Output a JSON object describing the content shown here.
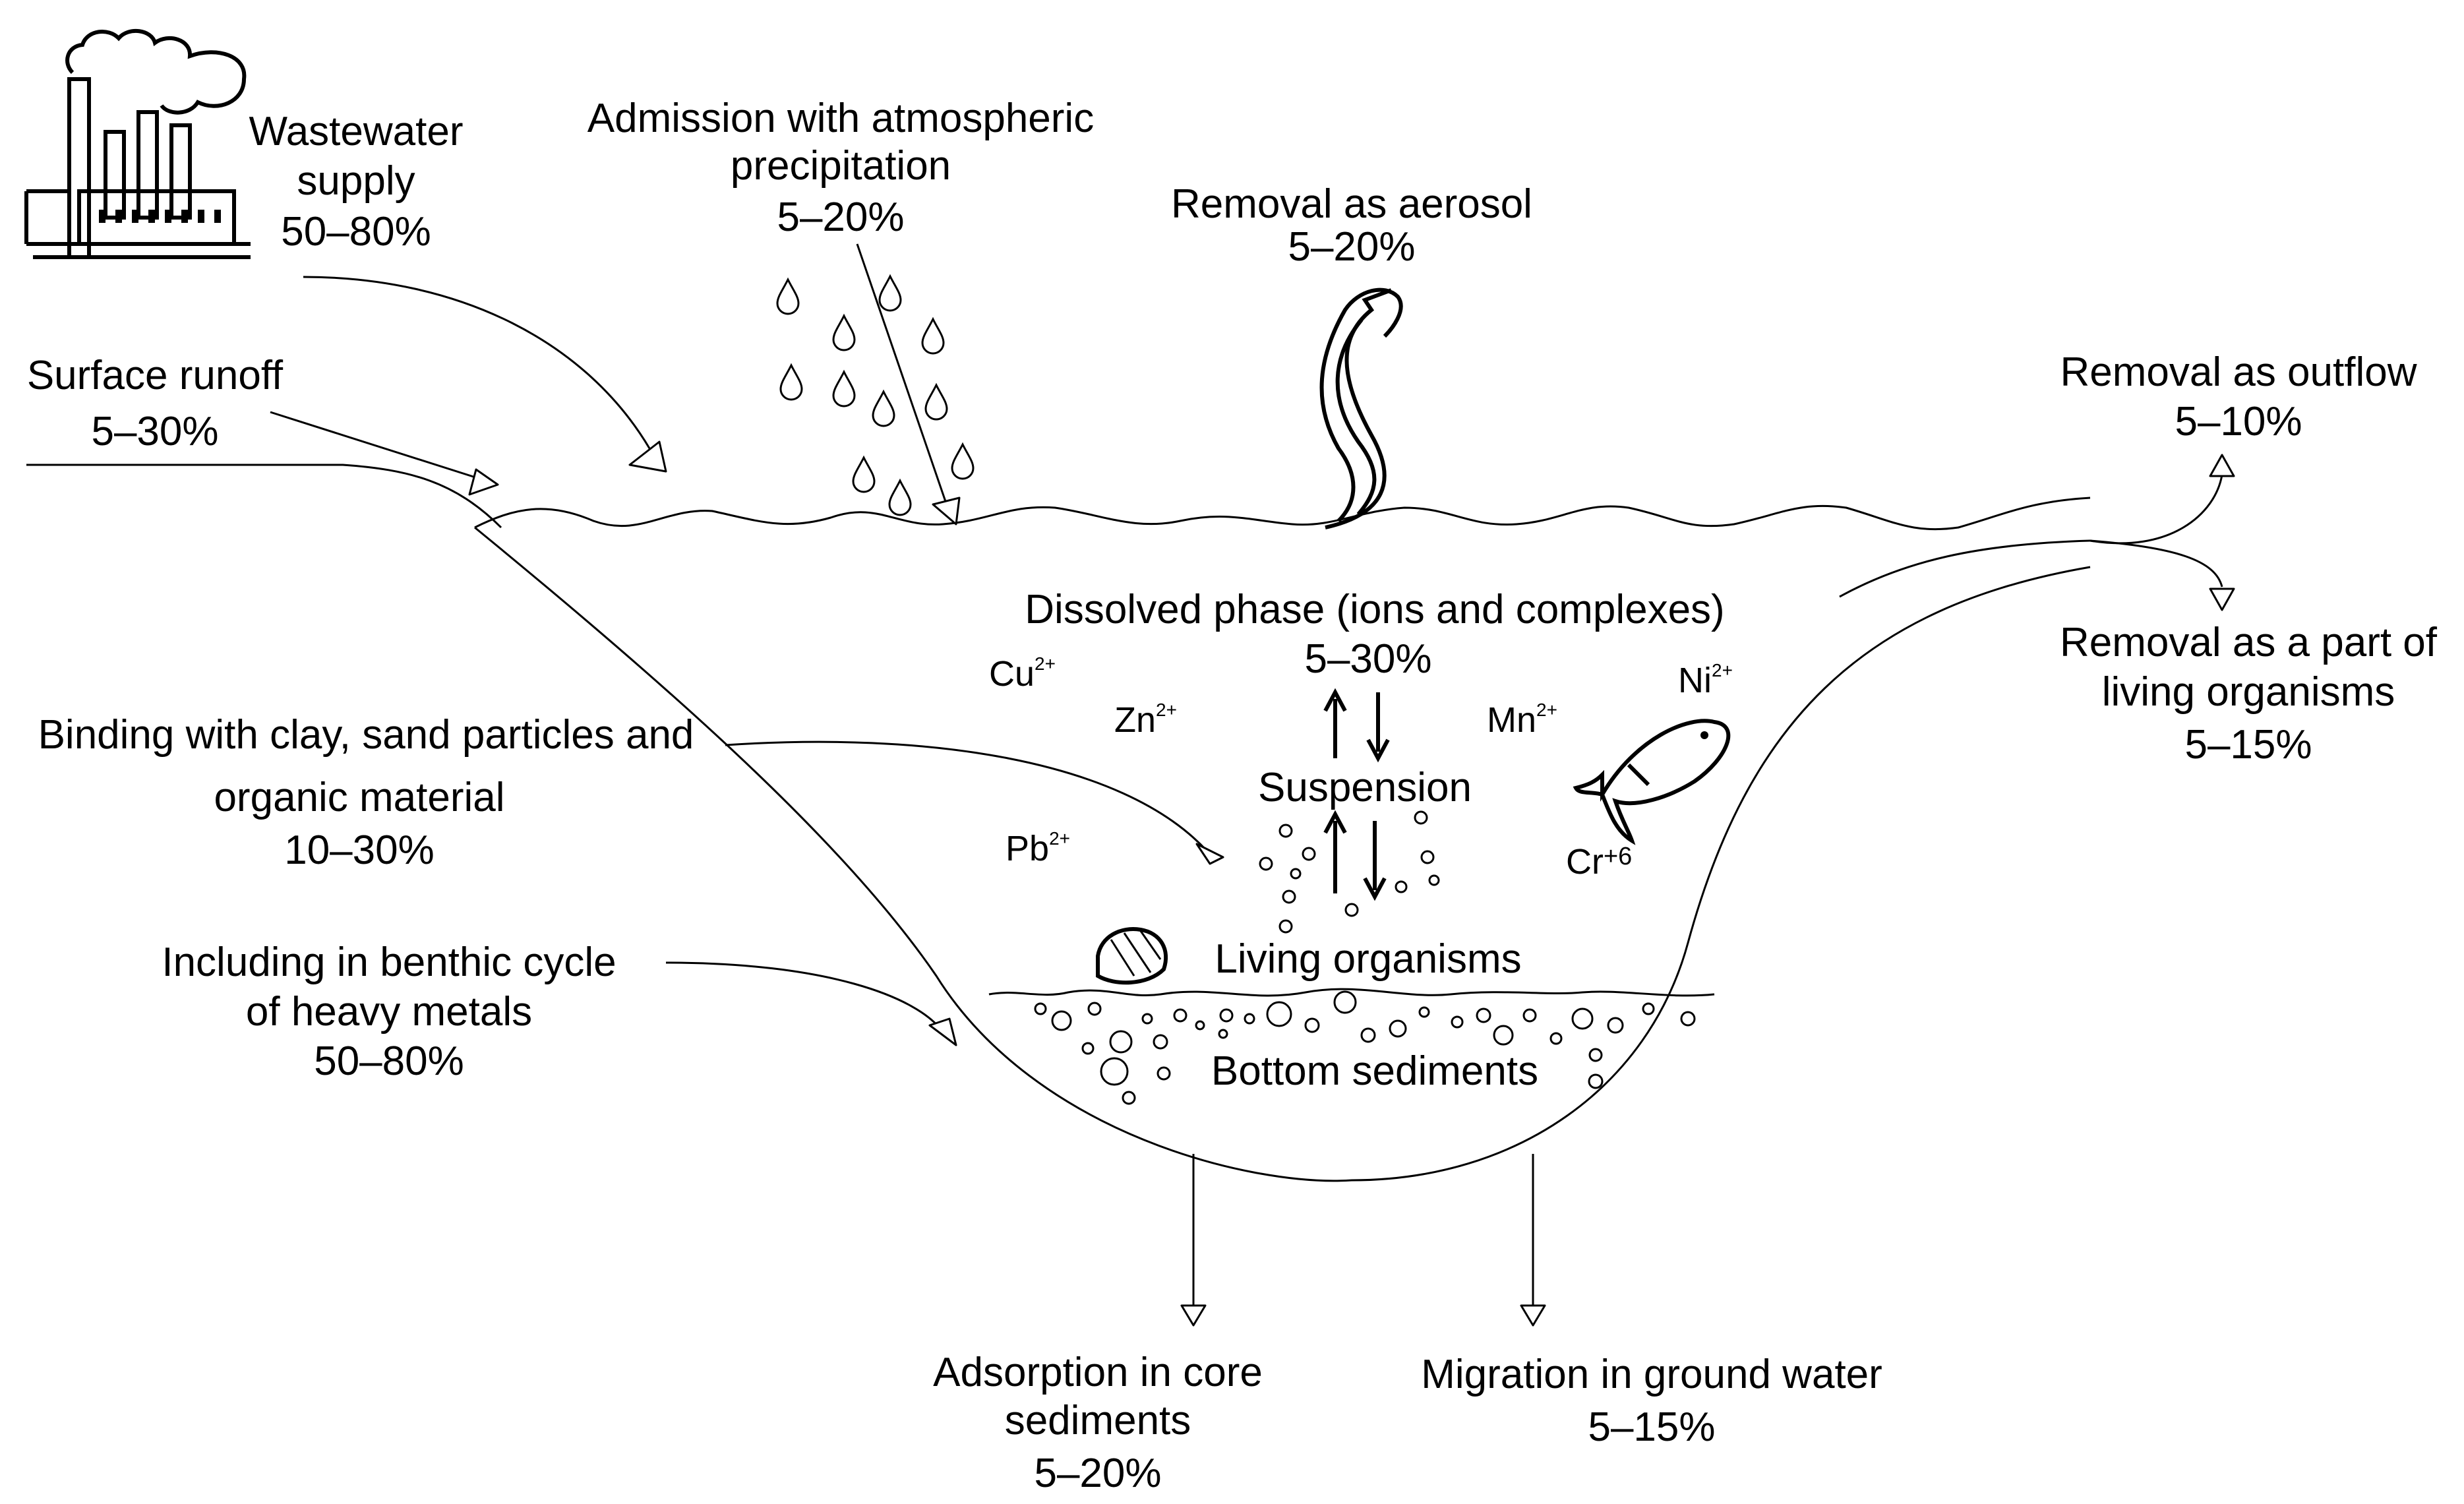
{
  "labels": {
    "wastewater": [
      "Wastewater",
      "supply",
      "50–80%"
    ],
    "atmospheric": [
      "Admission with atmospheric",
      "precipitation",
      "5–20%"
    ],
    "aerosol": [
      "Removal as aerosol",
      "5–20%"
    ],
    "runoff": [
      "Surface runoff",
      "5–30%"
    ],
    "outflow": [
      "Removal as outflow",
      "5–10%"
    ],
    "living_removal": [
      "Removal as a part of",
      "living organisms",
      "5–15%"
    ],
    "dissolved": [
      "Dissolved phase (ions and complexes)",
      "5–30%"
    ],
    "suspension": "Suspension",
    "binding": [
      "Binding with clay, sand particles and",
      "organic material",
      "10–30%"
    ],
    "benthic": [
      "Including in benthic cycle",
      "of heavy metals",
      "50–80%"
    ],
    "living_organisms": "Living organisms",
    "bottom_sediments": "Bottom sediments",
    "adsorption": [
      "Adsorption in core",
      "sediments",
      "5–20%"
    ],
    "migration": [
      "Migration in ground water",
      "5–15%"
    ]
  },
  "ions": {
    "cu": {
      "base": "Cu",
      "charge": "2+"
    },
    "zn": {
      "base": "Zn",
      "charge": "2+"
    },
    "mn": {
      "base": "Mn",
      "charge": "2+"
    },
    "ni": {
      "base": "Ni",
      "charge": "2+"
    },
    "pb": {
      "base": "Pb",
      "charge": "2+"
    },
    "cr": {
      "base": "Cr",
      "charge": "+6"
    }
  },
  "icons": [
    "factory-icon",
    "raindrop-icon",
    "aerosol-plume-icon",
    "fish-icon",
    "shell-icon",
    "sediment-particle-icon"
  ]
}
